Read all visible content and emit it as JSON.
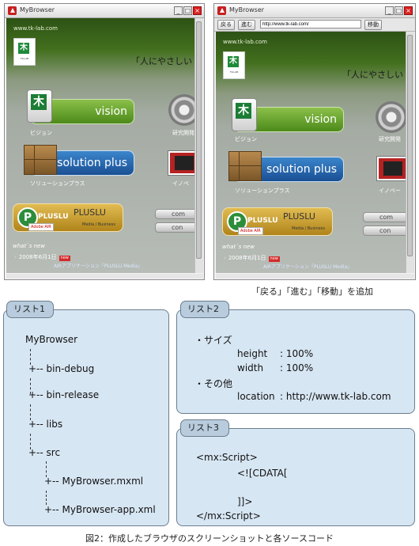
{
  "windows": {
    "left": {
      "title": "MyBrowser",
      "controls": {
        "minimize": "_",
        "maximize": "□",
        "close": "×"
      },
      "site_url_text": "www.tk-lab.com",
      "logo_text": "TK-LAB",
      "slogan": "「人にやさしい",
      "vision": {
        "label": "vision",
        "caption": "ビジョン"
      },
      "solution": {
        "label": "solution plus",
        "caption": "ソリューションプラス"
      },
      "pluslu": {
        "logo": "PLUSLU",
        "label": "PLUSLU",
        "sub": "Media / Business",
        "air": "Adobe AIR"
      },
      "side_captions": {
        "research": "研究開発",
        "innovation": "イノベ"
      },
      "side_buttons": {
        "one": "com",
        "two": "con"
      },
      "whats_new": "what`s new",
      "news": [
        {
          "date": "2008年6月1日",
          "badge": "new",
          "more": "AIRアプリケーション「PLUSLU Media」"
        }
      ]
    },
    "right": {
      "title": "MyBrowser",
      "controls": {
        "minimize": "_",
        "maximize": "□",
        "close": "×"
      },
      "nav": {
        "back": "戻る",
        "forward": "進む",
        "url": "http://www.tk-lab.com/",
        "go": "移動"
      },
      "site_url_text": "www.tk-lab.com",
      "logo_text": "TK-LAB",
      "slogan": "「人にやさしい",
      "vision": {
        "label": "vision",
        "caption": "ビジョン"
      },
      "solution": {
        "label": "solution plus",
        "caption": "ソリューションプラス"
      },
      "pluslu": {
        "logo": "PLUSLU",
        "label": "PLUSLU",
        "sub": "Media / Business",
        "air": "Adobe AIR"
      },
      "side_captions": {
        "research": "研究開発",
        "innovation": "イノベー"
      },
      "side_buttons": {
        "one": "com",
        "two": "con"
      },
      "whats_new": "what`s new",
      "news": [
        {
          "date": "2008年6月1日",
          "badge": "new",
          "more": "AIRアプリケーション「PLUSLU Media」"
        }
      ]
    }
  },
  "shot_caption": "「戻る」「進む」「移動」を追加",
  "list1": {
    "tab": "リスト1",
    "root": "MyBrowser",
    "items": [
      "+-- bin-debug",
      "+-- bin-release",
      "+-- libs",
      "+-- src"
    ],
    "sub_items": [
      "+-- MyBrowser.mxml",
      "+-- MyBrowser-app.xml"
    ]
  },
  "list2": {
    "tab": "リスト2",
    "size_header": "・サイズ",
    "height_label": "height",
    "height_value": ": 100%",
    "width_label": "width",
    "width_value": ": 100%",
    "other_header": "・その他",
    "location_label": "location",
    "location_value": ": http://www.tk-lab.com"
  },
  "list3": {
    "tab": "リスト3",
    "lines": [
      "<mx:Script>",
      "<![CDATA[",
      "]]>",
      "</mx:Script>"
    ]
  },
  "figure_caption": "図2：作成したブラウザのスクリーンショットと各ソースコード"
}
